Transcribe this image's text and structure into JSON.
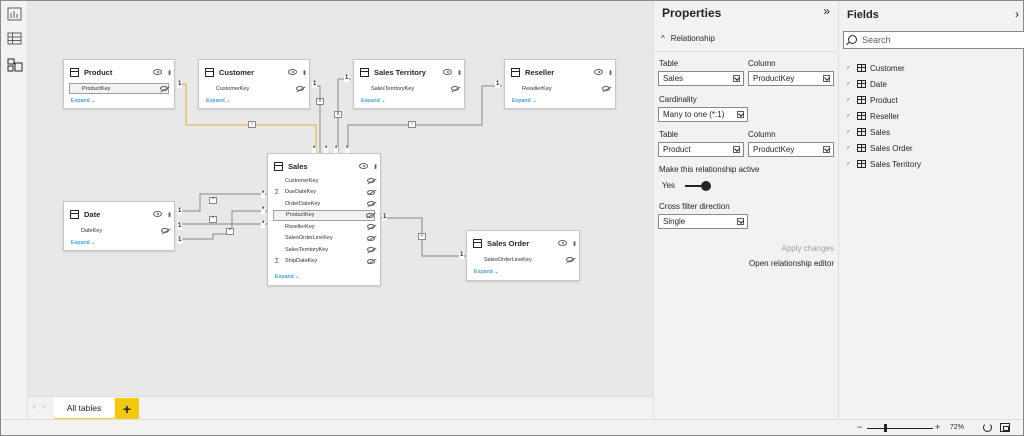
{
  "rail": {
    "icons": [
      "report-view-icon",
      "data-view-icon",
      "model-view-icon"
    ]
  },
  "tables": {
    "product": {
      "title": "Product",
      "fields": [
        "ProductKey"
      ],
      "expand": "Expand"
    },
    "customer": {
      "title": "Customer",
      "fields": [
        "CustomerKey"
      ],
      "expand": "Expand"
    },
    "sales_territory": {
      "title": "Sales Territory",
      "fields": [
        "SalesTerritoryKey"
      ],
      "expand": "Expand"
    },
    "reseller": {
      "title": "Reseller",
      "fields": [
        "ResellerKey"
      ],
      "expand": "Expand"
    },
    "date": {
      "title": "Date",
      "fields": [
        "DateKey"
      ],
      "expand": "Expand"
    },
    "sales_order": {
      "title": "Sales Order",
      "fields": [
        "SalesOrderLineKey"
      ],
      "expand": "Expand"
    },
    "sales": {
      "title": "Sales",
      "fields": [
        "CustomerKey",
        "DueDateKey",
        "OrderDateKey",
        "ProductKey",
        "ResellerKey",
        "SalesOrderLineKey",
        "SalesTerritoryKey",
        "ShipDateKey"
      ],
      "sigma_rows": [
        1,
        7
      ],
      "selected_row": 3,
      "expand": "Expand"
    }
  },
  "cardinality_marks": {
    "one": "1",
    "many": "*"
  },
  "tabs": {
    "all_tables": "All tables",
    "add": "+",
    "prev": "‹",
    "next": "›"
  },
  "properties": {
    "title": "Properties",
    "collapse": "»",
    "section": "Relationship",
    "table1_label": "Table",
    "table1_value": "Sales",
    "column1_label": "Column",
    "column1_value": "ProductKey",
    "cardinality_label": "Cardinality",
    "cardinality_value": "Many to one (*:1)",
    "table2_label": "Table",
    "table2_value": "Product",
    "column2_label": "Column",
    "column2_value": "ProductKey",
    "active_label": "Make this relationship active",
    "active_value": "Yes",
    "active_on": true,
    "cross_filter_label": "Cross filter direction",
    "cross_filter_value": "Single",
    "apply": "Apply changes",
    "open_editor": "Open relationship editor"
  },
  "fields": {
    "title": "Fields",
    "collapse": "›",
    "search_placeholder": "Search",
    "items": [
      "Customer",
      "Date",
      "Product",
      "Reseller",
      "Sales",
      "Sales Order",
      "Sales Territory"
    ]
  },
  "status": {
    "zoom_minus": "−",
    "zoom_plus": "+",
    "zoom_level": "72%",
    "zoom_fraction": 0.27
  }
}
